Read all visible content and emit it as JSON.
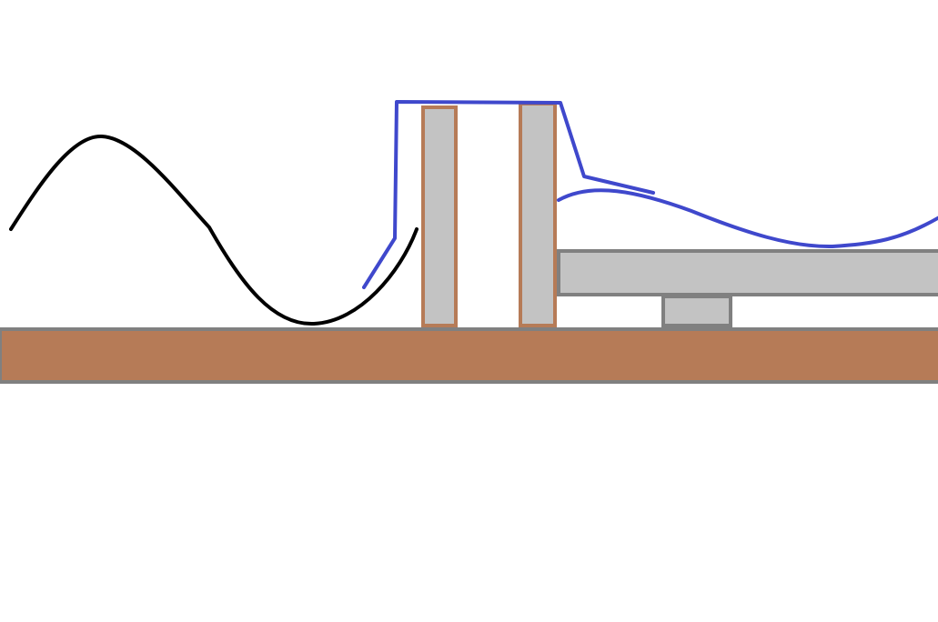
{
  "diagram": {
    "colors": {
      "background": "#ffffff",
      "base_fill": "#b67b57",
      "base_stroke": "#808080",
      "post_fill": "#c3c3c3",
      "post_stroke": "#b67b57",
      "beam_fill": "#c3c3c3",
      "beam_stroke": "#808080",
      "wave_black": "#000000",
      "wave_blue": "#3f48cc"
    },
    "elements": [
      "ground-slab",
      "vertical-post-left",
      "vertical-post-right",
      "horizontal-beam",
      "beam-support-block",
      "black-wave-line",
      "blue-overlay-line"
    ]
  }
}
